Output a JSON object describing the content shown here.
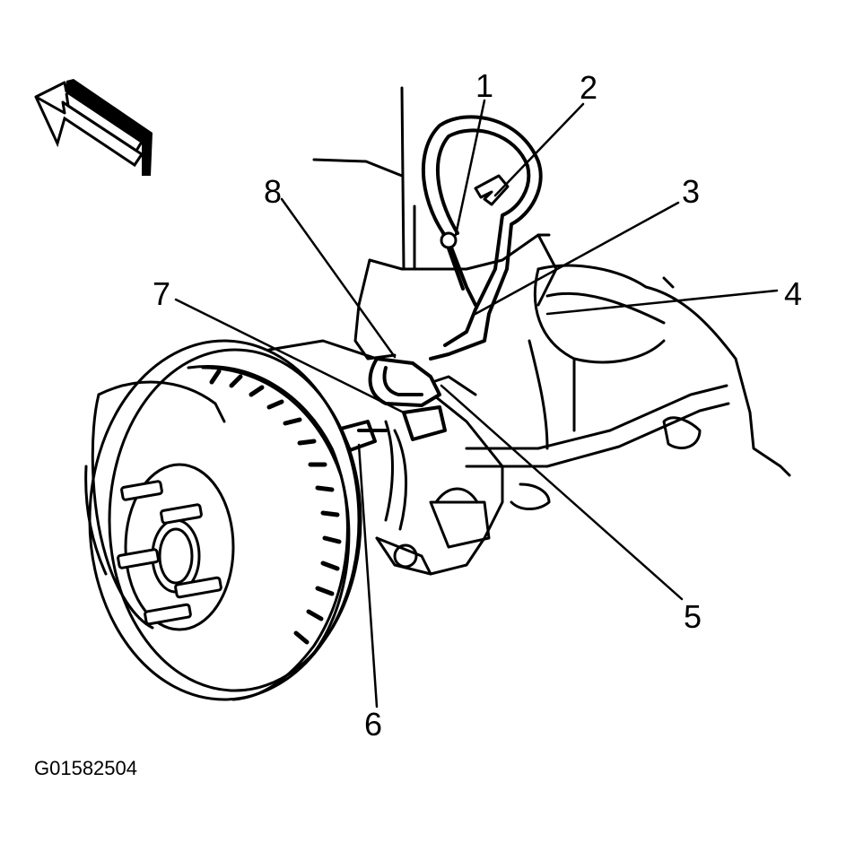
{
  "figure_id": "G01582504",
  "callouts": [
    {
      "label": "1"
    },
    {
      "label": "2"
    },
    {
      "label": "3"
    },
    {
      "label": "4"
    },
    {
      "label": "5"
    },
    {
      "label": "6"
    },
    {
      "label": "7"
    },
    {
      "label": "8"
    }
  ],
  "icons": {
    "direction_arrow": "forward-arrow-icon"
  },
  "colors": {
    "ink": "#000000",
    "paper": "#ffffff"
  }
}
